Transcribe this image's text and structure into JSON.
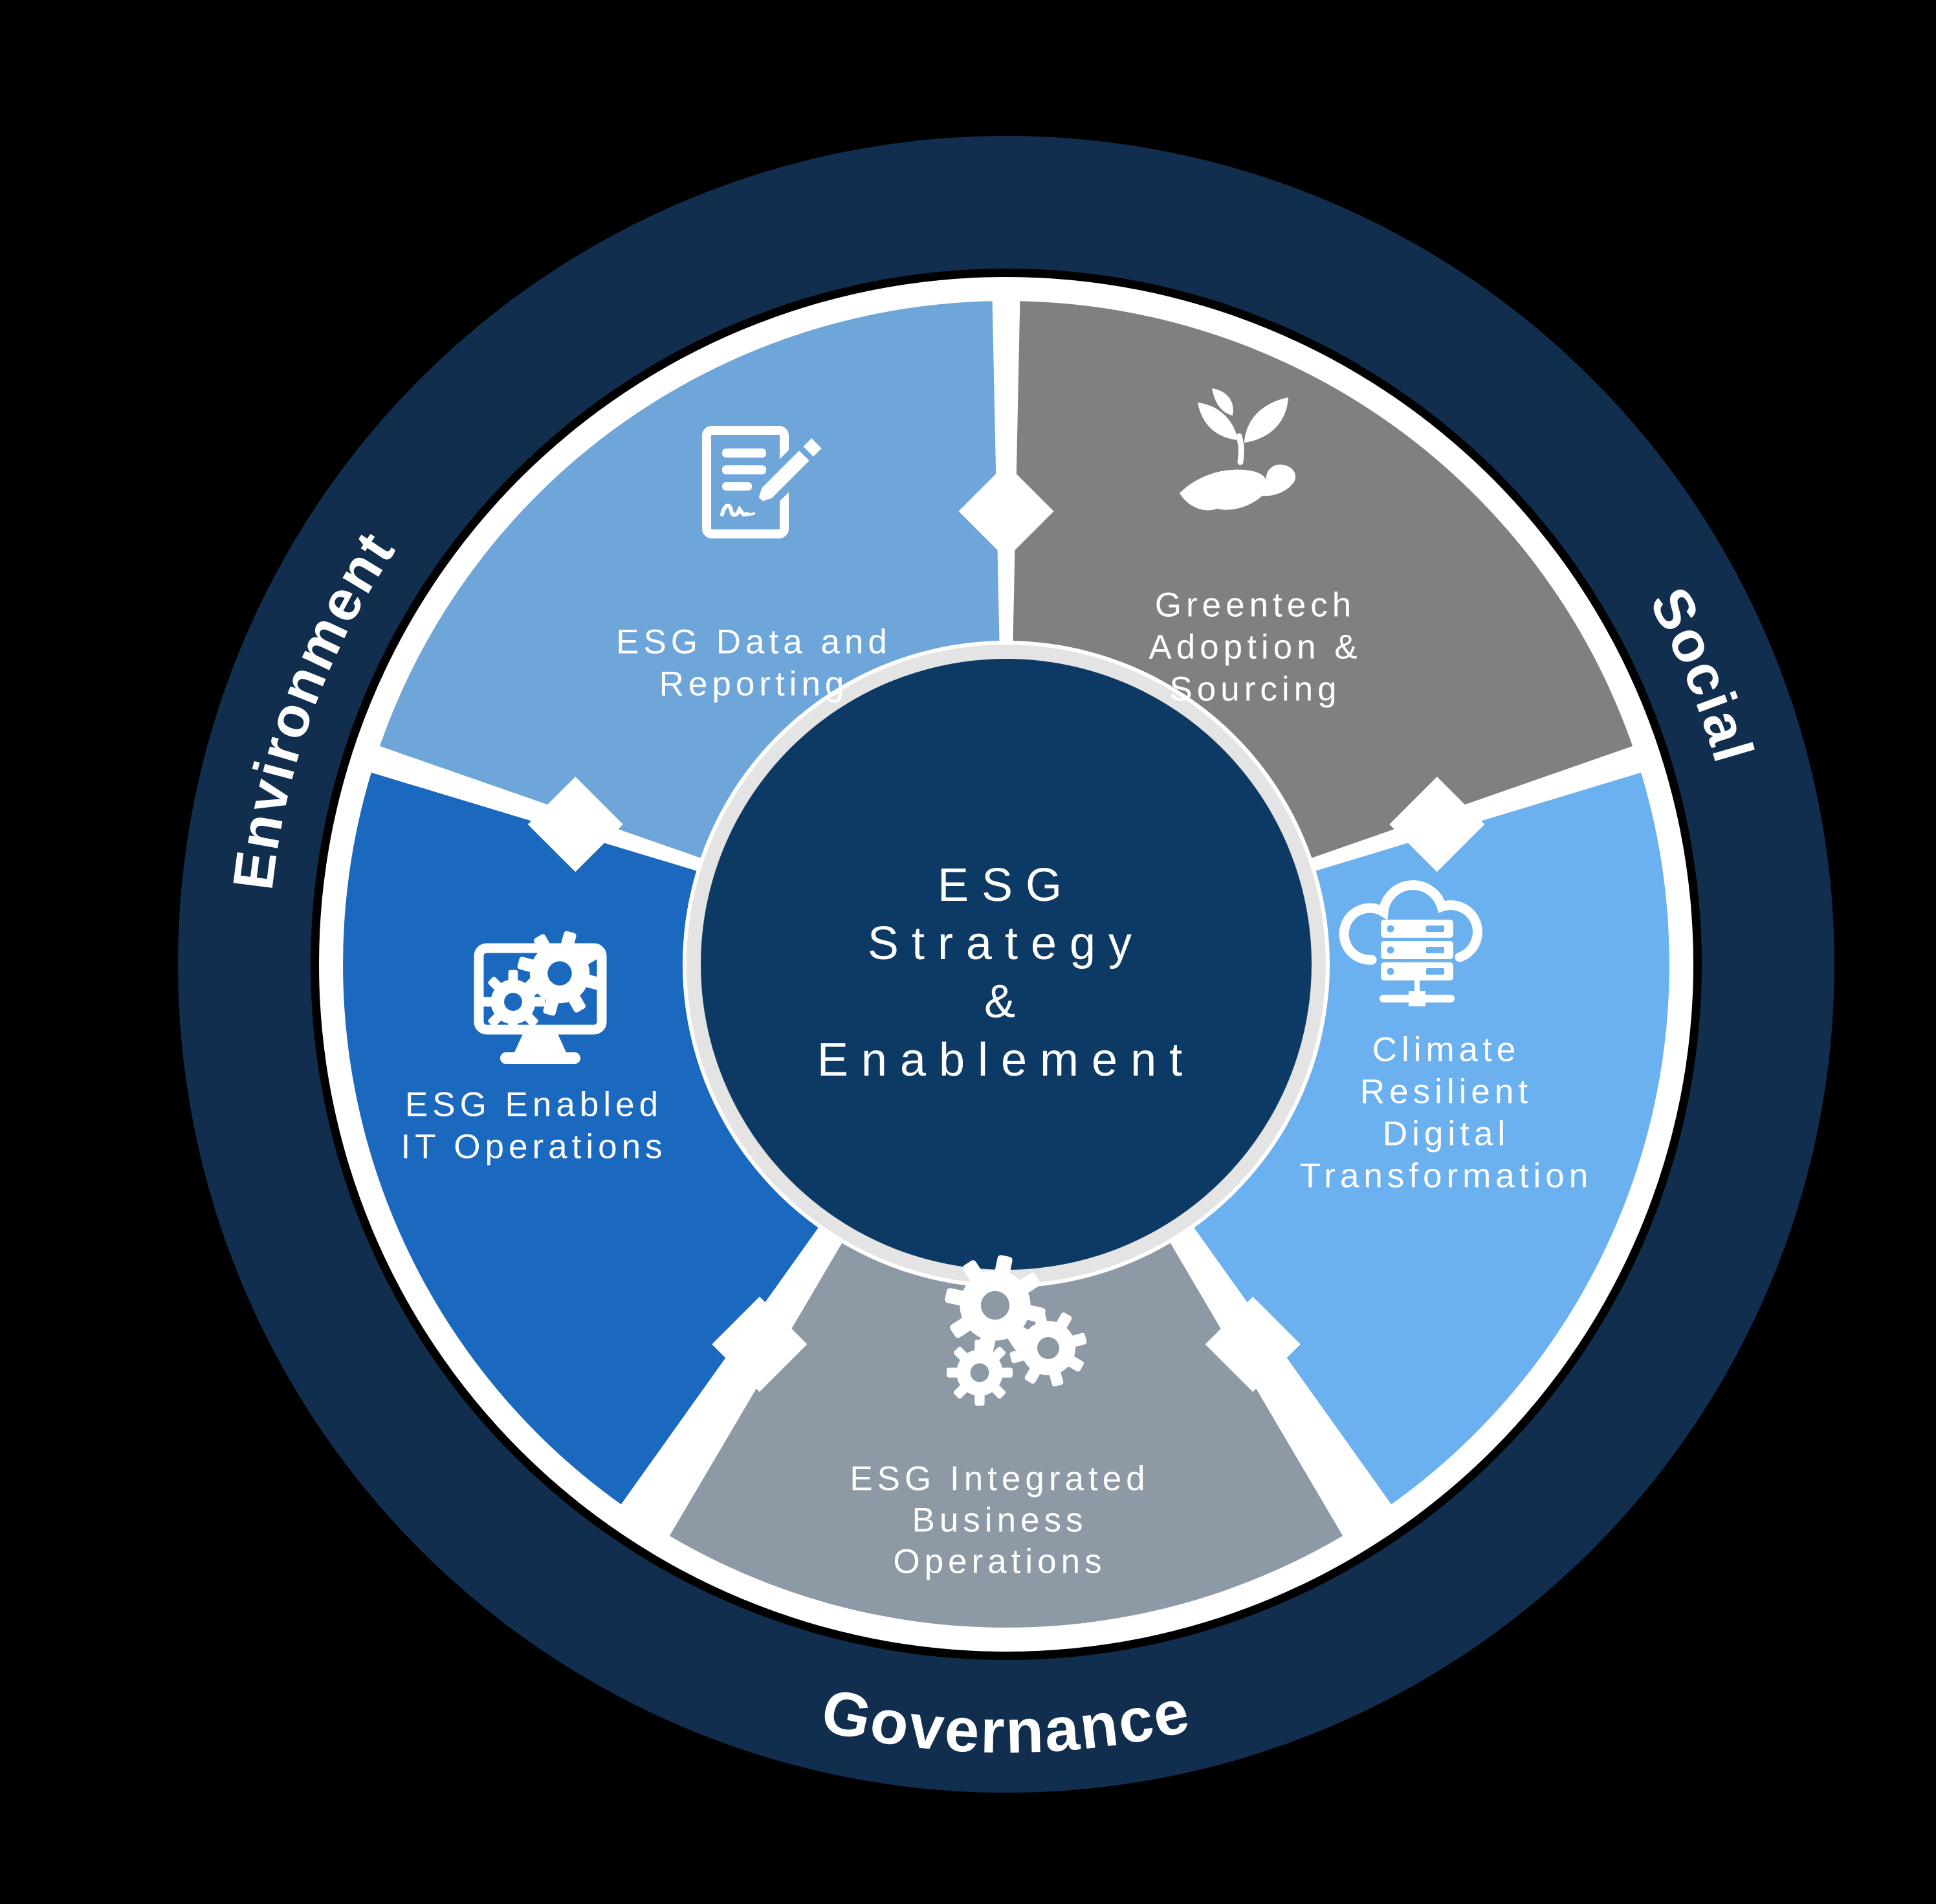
{
  "diagram_title": "ESG Strategy & Enablement wheel",
  "colors": {
    "background": "#000000",
    "ring": "#112E4E",
    "white": "#FFFFFF",
    "center_circle": "#0D3A64",
    "center_border": "#E4E4E4"
  },
  "ring": {
    "environment": "Environment",
    "social": "Social",
    "governance": "Governance"
  },
  "center": {
    "lines": [
      "ESG",
      "Strategy",
      "&",
      "Enablement"
    ]
  },
  "segments": {
    "greentech": {
      "lines": [
        "Greentech",
        "Adoption &",
        "Sourcing"
      ],
      "color": "#808080",
      "icon": "hand-plant-icon"
    },
    "climate": {
      "lines": [
        "Climate",
        "Resilient",
        "Digital",
        "Transformation"
      ],
      "color": "#6BB0EF",
      "icon": "cloud-server-icon"
    },
    "integrated": {
      "lines": [
        "ESG Integrated",
        "Business",
        "Operations"
      ],
      "color": "#8D99A5",
      "icon": "gears-icon"
    },
    "itops": {
      "lines": [
        "ESG Enabled",
        "IT Operations"
      ],
      "color": "#1A69BE",
      "icon": "monitor-gears-icon"
    },
    "data": {
      "lines": [
        "ESG Data and",
        "Reporting"
      ],
      "color": "#6FA6DA",
      "icon": "document-pen-icon"
    }
  }
}
